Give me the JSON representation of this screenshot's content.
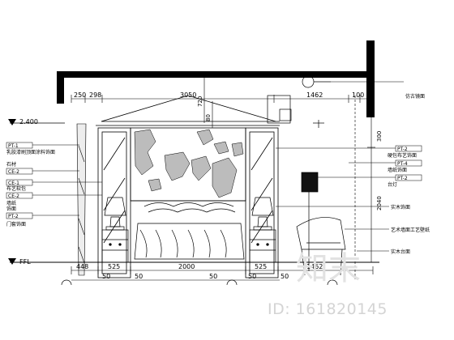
{
  "levels": {
    "ceiling_label": "2.400",
    "floor_label": "FFL"
  },
  "top_dims": [
    "250",
    "298",
    "3050",
    "1462",
    "100"
  ],
  "vertical_dims": [
    "720",
    "80",
    "300",
    "2040"
  ],
  "bottom_dims": [
    "448",
    "525",
    "2000",
    "525",
    "1462"
  ],
  "bottom_subdims": [
    "50",
    "50",
    "50",
    "50",
    "50"
  ],
  "ceiling_callout": "",
  "left_tags": [
    "PT-1",
    "CE-2",
    "CE-1",
    "CE-2",
    "PT-2"
  ],
  "left_notes": [
    "乳胶漆刷顶面涂料饰面",
    "石材",
    "布艺软包",
    "墙纸",
    "饰面",
    "门套饰面"
  ],
  "right_tags": [
    "PT-2",
    "PT-4",
    "PT-2"
  ],
  "right_notes": [
    "仿古镜面",
    "硬包布艺饰面",
    "墙纸饰面",
    "台灯",
    "实木饰面",
    "艺术墙面工艺壁纸",
    "实木台面"
  ],
  "watermark": {
    "logo_text": "知末",
    "id_text": "ID: 161820145"
  }
}
